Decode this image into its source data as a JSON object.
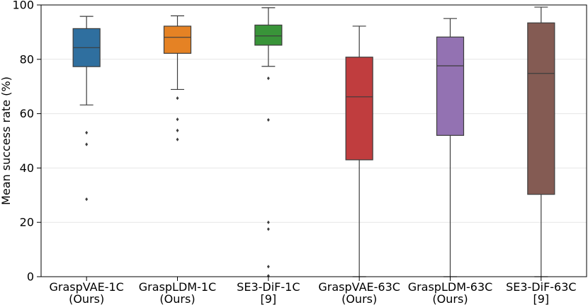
{
  "chart_data": {
    "type": "box",
    "title": "",
    "xlabel": "",
    "ylabel": "Mean success rate (%)",
    "ylim": [
      0,
      100
    ],
    "yticks": [
      0,
      20,
      40,
      60,
      80,
      100
    ],
    "grid": "horizontal",
    "categories": [
      {
        "line1": "GraspVAE-1C",
        "line2": "(Ours)"
      },
      {
        "line1": "GraspLDM-1C",
        "line2": "(Ours)"
      },
      {
        "line1": "SE3-DiF-1C",
        "line2": "[9]"
      },
      {
        "line1": "GraspVAE-63C",
        "line2": "(Ours)"
      },
      {
        "line1": "GraspLDM-63C",
        "line2": "(Ours)"
      },
      {
        "line1": "SE3-DiF-63C",
        "line2": "[9]"
      }
    ],
    "boxes": [
      {
        "whisker_low": 63.2,
        "q1": 77.3,
        "median": 84.3,
        "q3": 91.3,
        "whisker_high": 95.8,
        "outliers": [
          53.0,
          48.7,
          28.5
        ],
        "color": "#2f6f9f"
      },
      {
        "whisker_low": 68.9,
        "q1": 82.2,
        "median": 88.1,
        "q3": 92.2,
        "whisker_high": 96.0,
        "outliers": [
          65.7,
          57.9,
          53.8,
          50.5
        ],
        "color": "#e58224"
      },
      {
        "whisker_low": 77.4,
        "q1": 85.2,
        "median": 88.6,
        "q3": 92.6,
        "whisker_high": 99.0,
        "outliers": [
          73.0,
          57.7,
          20.0,
          17.5,
          3.7,
          0.3
        ],
        "color": "#399439"
      },
      {
        "whisker_low": 0.0,
        "q1": 43.0,
        "median": 66.2,
        "q3": 80.8,
        "whisker_high": 92.2,
        "outliers": [],
        "color": "#c03d3e"
      },
      {
        "whisker_low": 0.0,
        "q1": 52.0,
        "median": 77.6,
        "q3": 88.2,
        "whisker_high": 95.0,
        "outliers": [],
        "color": "#9372b2"
      },
      {
        "whisker_low": 0.0,
        "q1": 30.3,
        "median": 74.8,
        "q3": 93.4,
        "whisker_high": 99.2,
        "outliers": [],
        "color": "#845b53"
      }
    ]
  }
}
